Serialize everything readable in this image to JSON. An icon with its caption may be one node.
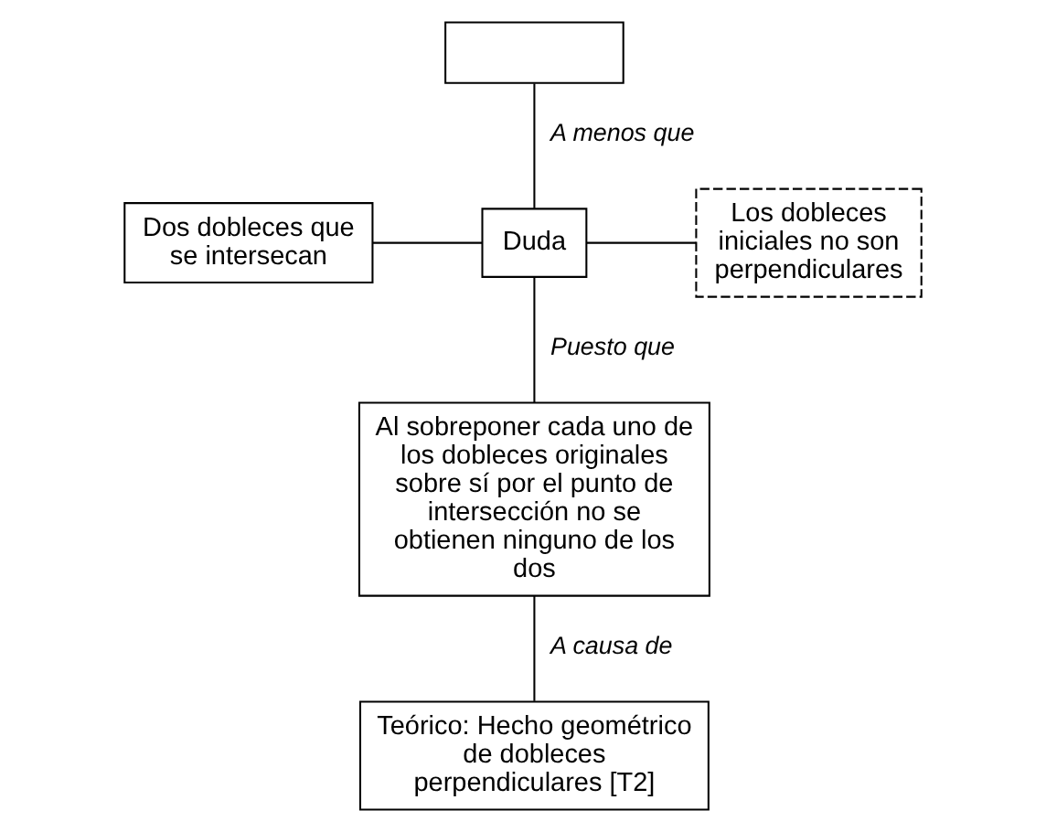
{
  "diagram": {
    "nodes": [
      {
        "text": [],
        "shape": "box"
      },
      {
        "text": [
          "Dos dobleces que se intersecan"
        ]
      },
      {
        "text": [
          "Duda"
        ]
      },
      {
        "text": [
          "Los dobleces iniciales no son perpendiculares"
        ]
      },
      {
        "text": [
          "Al sobreponer cada uno de los dobleces originales sobre sí por el punto de intersección no se obtienen ninguno de los dos"
        ]
      },
      {
        "text": [
          "Teórico: Hecho geométrico de dobleces perpendiculares [T2]"
        ]
      }
    ],
    "edges": [
      {
        "from": 0,
        "to": 2,
        "arrow": "none",
        "label": "A menos que"
      },
      {
        "from": 1,
        "to": 2,
        "arrow": "none"
      },
      {
        "from": 2,
        "to": 3,
        "arrow": "none"
      },
      {
        "from": 4,
        "to": 2,
        "arrow": "none",
        "label": "Puesto que"
      },
      {
        "from": 5,
        "to": 4,
        "arrow": "none",
        "label": "A causa de"
      }
    ]
  }
}
